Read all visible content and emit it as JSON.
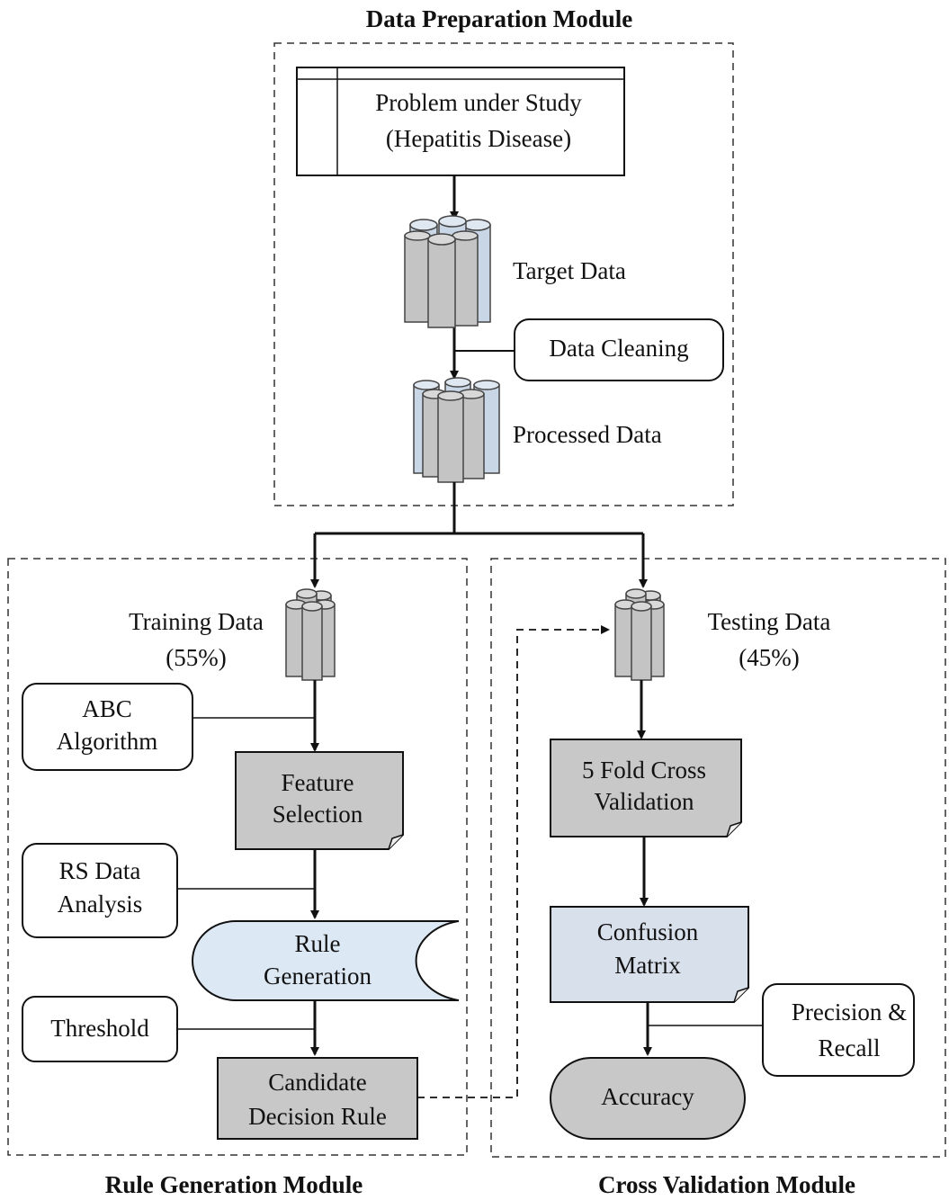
{
  "modules": {
    "data_preparation": "Data Preparation Module",
    "rule_generation": "Rule Generation Module",
    "cross_validation": "Cross Validation Module"
  },
  "nodes": {
    "problem": [
      "Problem under Study",
      "(Hepatitis Disease)"
    ],
    "target_data": "Target Data",
    "data_cleaning": "Data Cleaning",
    "processed_data": "Processed Data",
    "training_data": [
      "Training Data",
      "(55%)"
    ],
    "testing_data": [
      "Testing Data",
      "(45%)"
    ],
    "abc_algorithm": [
      "ABC",
      "Algorithm"
    ],
    "feature_selection": [
      "Feature",
      "Selection"
    ],
    "rs_data_analysis": [
      "RS Data",
      "Analysis"
    ],
    "rule_generation": [
      "Rule",
      "Generation"
    ],
    "threshold": "Threshold",
    "candidate_decision_rule": [
      "Candidate",
      "Decision Rule"
    ],
    "five_fold_cv": [
      "5 Fold Cross",
      "Validation"
    ],
    "confusion_matrix": [
      "Confusion",
      "Matrix"
    ],
    "precision_recall": [
      "Precision &",
      "Recall"
    ],
    "accuracy": "Accuracy"
  },
  "colors": {
    "process_gray": "#c8c8c8",
    "storage_blue": "#dce8f4",
    "matrix_blue": "#d8e0ec",
    "cylinder_gray": "#c4c4c4",
    "cylinder_blue": "#c9d6e6"
  }
}
